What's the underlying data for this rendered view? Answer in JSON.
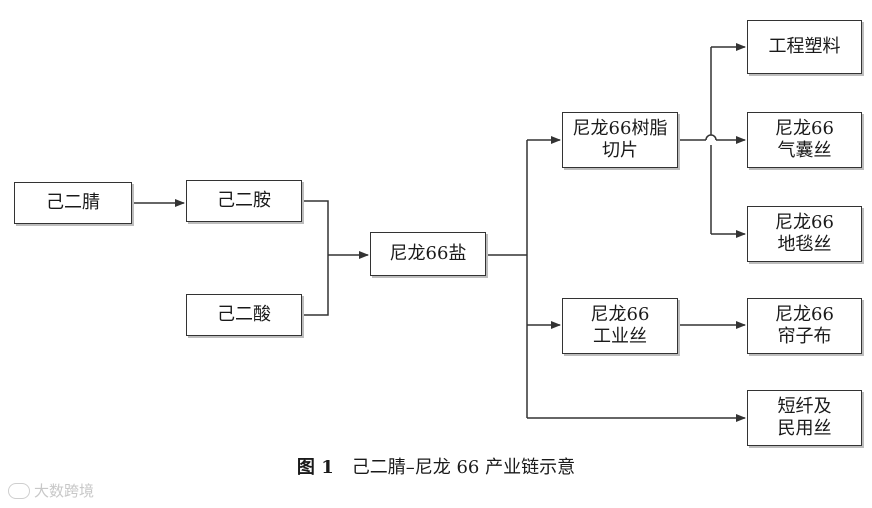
{
  "nodes": {
    "adiponitrile": "己二腈",
    "hexamethylenediamine": "己二胺",
    "adipic_acid": "己二酸",
    "nylon66_salt": "尼龙66盐",
    "resin_chips": [
      "尼龙66树脂",
      "切片"
    ],
    "industrial_yarn": [
      "尼龙66",
      "工业丝"
    ],
    "staple_fiber": [
      "短纤及",
      "民用丝"
    ],
    "engineering_plastics": "工程塑料",
    "airbag_yarn": [
      "尼龙66",
      "气囊丝"
    ],
    "carpet_yarn": [
      "尼龙66",
      "地毯丝"
    ],
    "cord_fabric": [
      "尼龙66",
      "帘子布"
    ]
  },
  "caption": {
    "figure_label": "图 1",
    "title": "己二腈–尼龙 66 产业链示意"
  },
  "watermark": {
    "text": "大数跨境"
  }
}
